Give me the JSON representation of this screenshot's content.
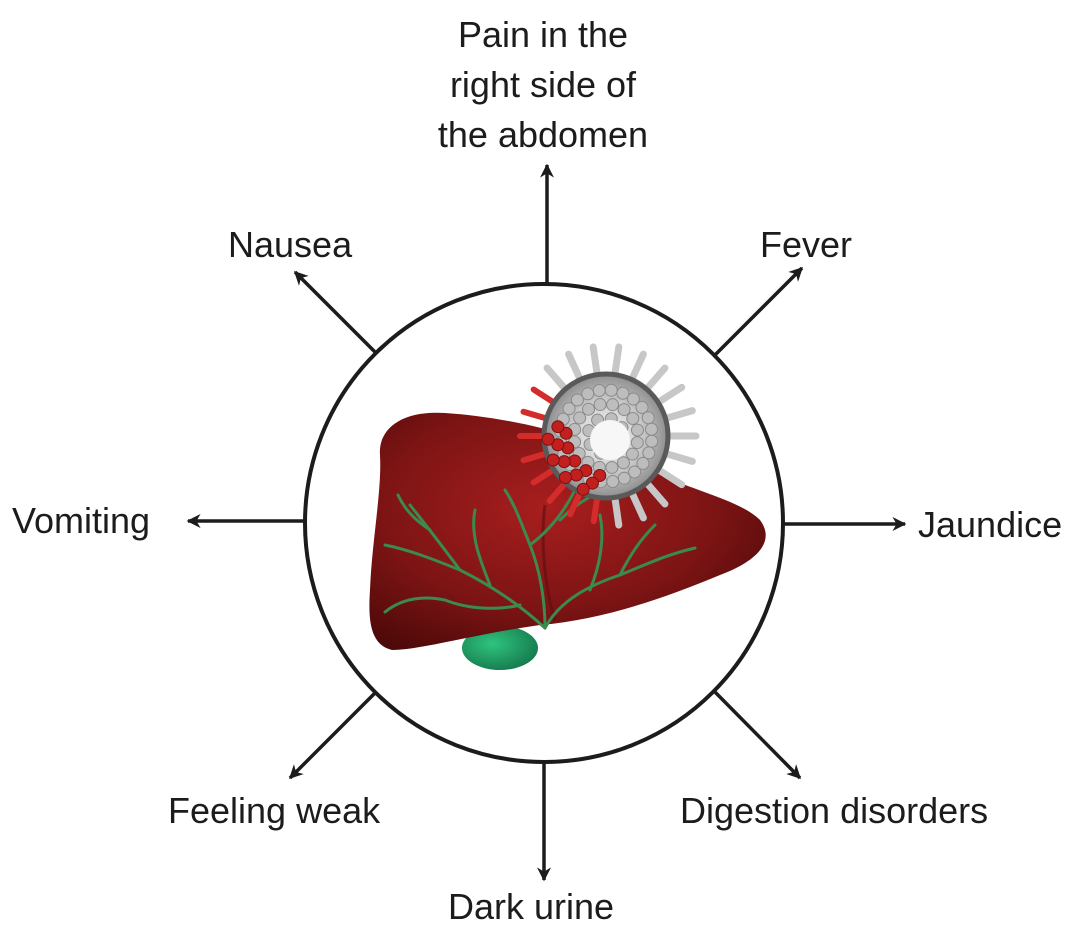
{
  "diagram": {
    "center": {
      "organ_icon": "liver-icon",
      "pathogen_icon": "virus-icon",
      "colors": {
        "liver": "#7d1414",
        "bile_ducts": "#3b8a4f",
        "gallbladder": "#1f9a63",
        "virus": "#b9b9b9",
        "infected_spikes": "#d42b2b",
        "ring": "#1c1c1c"
      }
    },
    "symptoms": {
      "top": [
        "Pain in the",
        "right side of",
        "the abdomen"
      ],
      "nausea": "Nausea",
      "fever": "Fever",
      "vomiting": "Vomiting",
      "jaundice": "Jaundice",
      "feeling_weak": "Feeling weak",
      "digestion": "Digestion disorders",
      "dark_urine": "Dark urine"
    }
  }
}
